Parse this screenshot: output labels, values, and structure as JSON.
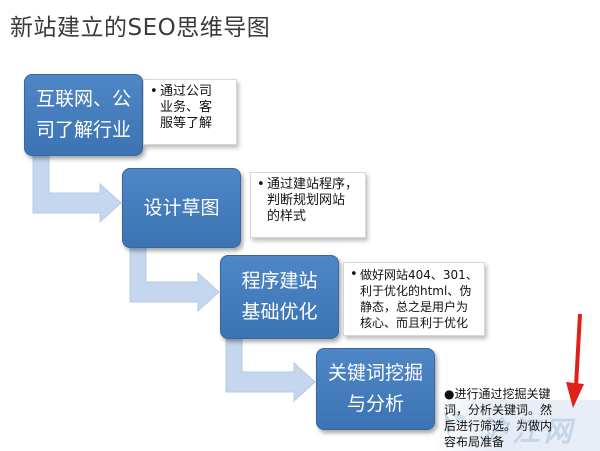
{
  "title": "新站建立的SEO思维导图",
  "steps": [
    {
      "label": "互联网、公\n司了解行业",
      "note": "通过公司\n业务、客\n服等了解"
    },
    {
      "label": "设计草图",
      "note": "通过建站程序，\n判断规划网站\n的样式"
    },
    {
      "label": "程序建站\n基础优化",
      "note": "做好网站404、301、\n利于优化的html、伪\n静态，总之是用户为\n核心、而且利于优化"
    },
    {
      "label": "关键词挖掘\n与分析",
      "note": "进行通过挖掘关键\n词，分析关键词。然\n后进行筛选。为做内\n容布局准备"
    }
  ],
  "bullet": "•",
  "bullet_last": "●",
  "watermark": "沪江网",
  "colors": {
    "box": "#4a80c1",
    "arrow": "#c5d7ee",
    "red_arrow": "#e0201b"
  }
}
